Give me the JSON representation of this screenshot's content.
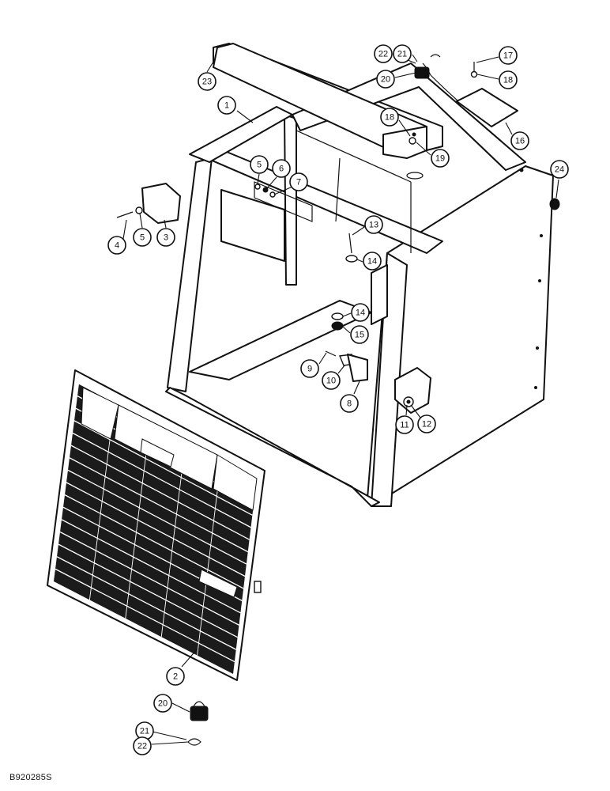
{
  "drawing_code": "B920285S",
  "callouts": [
    {
      "id": "c1",
      "label": "1"
    },
    {
      "id": "c2",
      "label": "2"
    },
    {
      "id": "c3",
      "label": "3"
    },
    {
      "id": "c4",
      "label": "4"
    },
    {
      "id": "c5a",
      "label": "5"
    },
    {
      "id": "c5b",
      "label": "5"
    },
    {
      "id": "c6",
      "label": "6"
    },
    {
      "id": "c7",
      "label": "7"
    },
    {
      "id": "c8",
      "label": "8"
    },
    {
      "id": "c9",
      "label": "9"
    },
    {
      "id": "c10",
      "label": "10"
    },
    {
      "id": "c11",
      "label": "11"
    },
    {
      "id": "c12",
      "label": "12"
    },
    {
      "id": "c13",
      "label": "13"
    },
    {
      "id": "c14a",
      "label": "14"
    },
    {
      "id": "c14b",
      "label": "14"
    },
    {
      "id": "c15",
      "label": "15"
    },
    {
      "id": "c16",
      "label": "16"
    },
    {
      "id": "c17",
      "label": "17"
    },
    {
      "id": "c18a",
      "label": "18"
    },
    {
      "id": "c18b",
      "label": "18"
    },
    {
      "id": "c19",
      "label": "19"
    },
    {
      "id": "c20a",
      "label": "20"
    },
    {
      "id": "c20b",
      "label": "20"
    },
    {
      "id": "c21a",
      "label": "21"
    },
    {
      "id": "c21b",
      "label": "21"
    },
    {
      "id": "c22a",
      "label": "22"
    },
    {
      "id": "c22b",
      "label": "22"
    },
    {
      "id": "c23",
      "label": "23"
    },
    {
      "id": "c24",
      "label": "24"
    }
  ]
}
